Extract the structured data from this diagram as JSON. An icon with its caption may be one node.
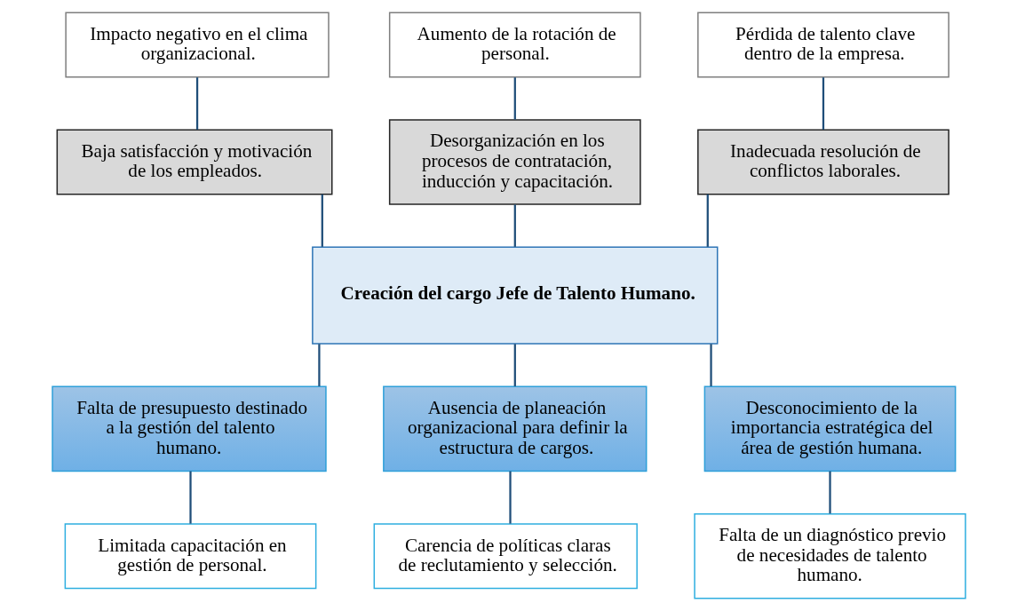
{
  "diagram": {
    "nodes": [
      {
        "text": [
          "Impacto negativo en el clima organizacional."
        ]
      },
      {
        "text": [
          "Aumento de la rotación de personal."
        ]
      },
      {
        "text": [
          "Pérdida de talento clave dentro de la empresa."
        ]
      },
      {
        "text": [
          "Baja satisfacción y motivación de los empleados."
        ]
      },
      {
        "text": [
          "Desorganización en los procesos de contratación, inducción y capacitación."
        ]
      },
      {
        "text": [
          "Inadecuada resolución de conflictos laborales."
        ]
      },
      {
        "text": [
          "Creación del cargo Jefe de Talento Humano."
        ]
      },
      {
        "text": [
          "Falta de presupuesto destinado a la gestión del talento humano."
        ]
      },
      {
        "text": [
          "Ausencia de planeación organizacional para definir la estructura de cargos."
        ]
      },
      {
        "text": [
          "Desconocimiento de la importancia estratégica del área de gestión humana."
        ]
      },
      {
        "text": [
          "Limitada capacitación en gestión de personal."
        ]
      },
      {
        "text": [
          "Carencia de políticas claras de reclutamiento y selección."
        ]
      },
      {
        "text": [
          "Falta de un diagnóstico previo de necesidades de talento humano."
        ]
      }
    ],
    "edges": [
      {
        "from": 0,
        "to": 3,
        "arrow": "none"
      },
      {
        "from": 1,
        "to": 4,
        "arrow": "none"
      },
      {
        "from": 2,
        "to": 5,
        "arrow": "none"
      },
      {
        "from": 3,
        "to": 6,
        "arrow": "none"
      },
      {
        "from": 4,
        "to": 6,
        "arrow": "none"
      },
      {
        "from": 5,
        "to": 6,
        "arrow": "none"
      },
      {
        "from": 6,
        "to": 7,
        "arrow": "none"
      },
      {
        "from": 6,
        "to": 8,
        "arrow": "none"
      },
      {
        "from": 6,
        "to": 9,
        "arrow": "none"
      },
      {
        "from": 7,
        "to": 10,
        "arrow": "none"
      },
      {
        "from": 8,
        "to": 11,
        "arrow": "none"
      },
      {
        "from": 9,
        "to": 12,
        "arrow": "none"
      }
    ]
  }
}
